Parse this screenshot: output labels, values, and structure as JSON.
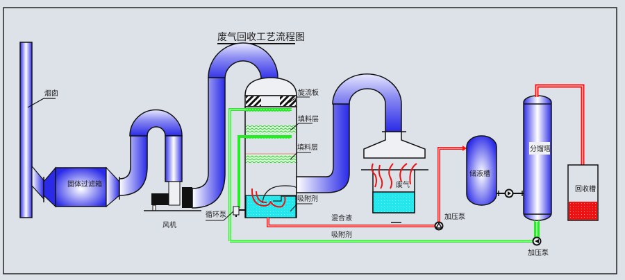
{
  "diagram": {
    "title": "废气回收工艺流程图",
    "components": {
      "chimney": "烟囱",
      "solid_filter_box": "固体过滤箱",
      "fan": "风机",
      "circulation_pump": "循环泵",
      "swirl_plate": "旋流板",
      "packing_layer_1": "填料层",
      "packing_layer_2": "填料层",
      "adsorbent_tank": "吸附剂",
      "waste_gas": "废气",
      "storage_tank": "储液槽",
      "distillation_tower": "分馏塔",
      "recovery_tank": "回收槽",
      "booster_pump_1": "加压泵",
      "booster_pump_2": "加压泵"
    },
    "lines": {
      "mixed_liquid": "混合液",
      "adsorbent": "吸附剂"
    },
    "colors": {
      "background": "#dde1e8",
      "pipe_blue": "#2a2ae8",
      "liquid_cyan": "#22e8ee",
      "green_line": "#22ee22",
      "red_line": "#ff1111",
      "outline": "#111111"
    }
  }
}
